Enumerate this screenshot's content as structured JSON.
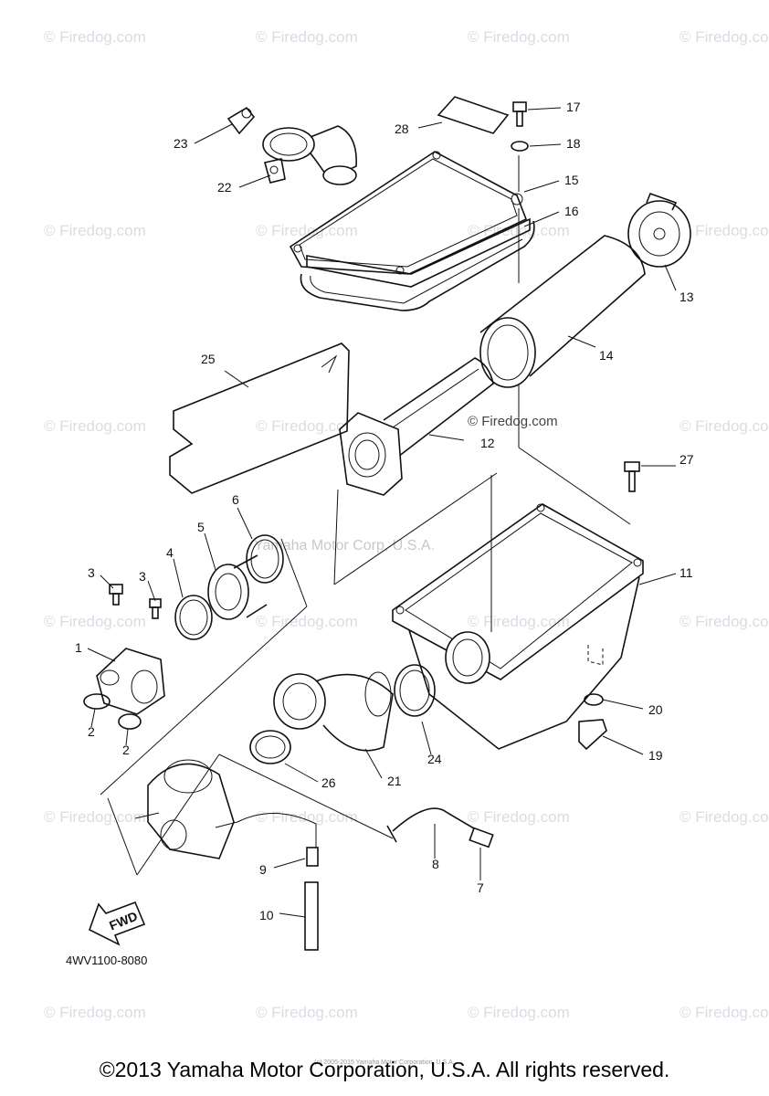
{
  "watermark": {
    "text": "© Firedog.com",
    "center_text": "© Firedog.com",
    "center_faint": "Yamaha Motor Corp, U.S.A."
  },
  "callouts": [
    "1",
    "2",
    "2",
    "3",
    "3",
    "4",
    "5",
    "6",
    "7",
    "8",
    "9",
    "10",
    "11",
    "12",
    "13",
    "14",
    "15",
    "16",
    "17",
    "18",
    "19",
    "20",
    "21",
    "22",
    "23",
    "24",
    "25",
    "26",
    "27",
    "28"
  ],
  "fwd_label": "FWD",
  "diagram_code": "4WV1100-8080",
  "tiny_credit": "(c) 2005-2015 Yamaha Motor Corporation, U.S.A.",
  "copyright": "©2013 Yamaha Motor Corporation, U.S.A. All rights reserved."
}
